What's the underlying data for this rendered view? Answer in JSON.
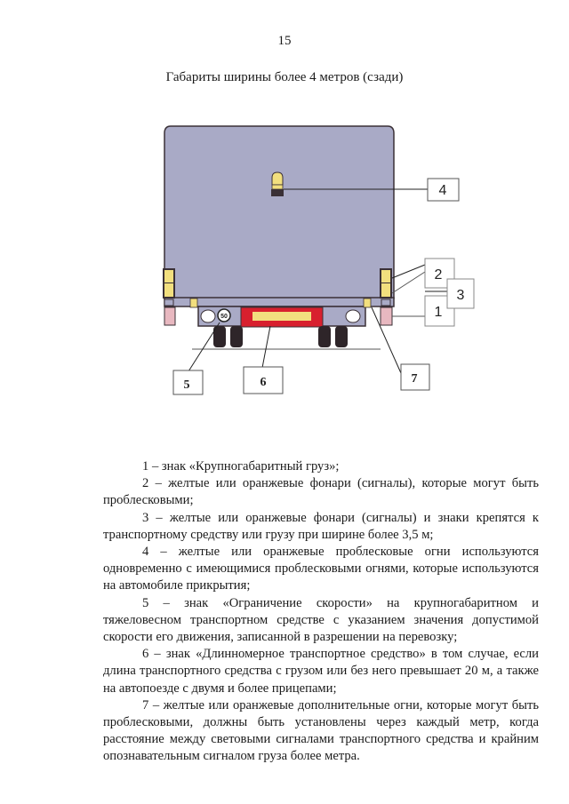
{
  "page": {
    "number": "15",
    "title": "Габариты ширины более 4 метров (сзади)"
  },
  "diagram": {
    "colors": {
      "body": "#a9aac6",
      "outline": "#3a3036",
      "yellow": "#f2df7e",
      "red_plate": "#d8202e",
      "reflector": "#e8b8c0",
      "tire": "#2e2529",
      "label_border": "#555555"
    },
    "speed_sign": "50",
    "callouts": [
      {
        "id": "1",
        "label": "1"
      },
      {
        "id": "2",
        "label": "2"
      },
      {
        "id": "3",
        "label": "3"
      },
      {
        "id": "4",
        "label": "4"
      },
      {
        "id": "5",
        "label": "5"
      },
      {
        "id": "6",
        "label": "6"
      },
      {
        "id": "7",
        "label": "7"
      }
    ]
  },
  "legend": [
    "1 – знак «Крупногабаритный груз»;",
    "2 – желтые или оранжевые фонари (сигналы), которые могут быть проблесковыми;",
    "3 – желтые или оранжевые фонари (сигналы) и знаки крепятся к транспортному средству или грузу при ширине более 3,5 м;",
    "4 – желтые или оранжевые проблесковые огни используются одновременно с имеющимися проблесковыми огнями, которые используются на автомобиле прикрытия;",
    "5 – знак «Ограничение скорости» на крупногабаритном и тяжеловесном транспортном средстве с указанием значения допустимой скорости его движения, записанной в разрешении на перевозку;",
    "6 – знак «Длинномерное транспортное средство» в том случае, если длина транспортного средства с грузом или без него превышает 20 м, а также на автопоезде с двумя и более прицепами;",
    "7 – желтые или оранжевые дополнительные огни, которые могут быть проблесковыми, должны быть установлены через каждый метр, когда расстояние между световыми сигналами транспортного средства и крайним опознавательным сигналом груза более метра."
  ]
}
